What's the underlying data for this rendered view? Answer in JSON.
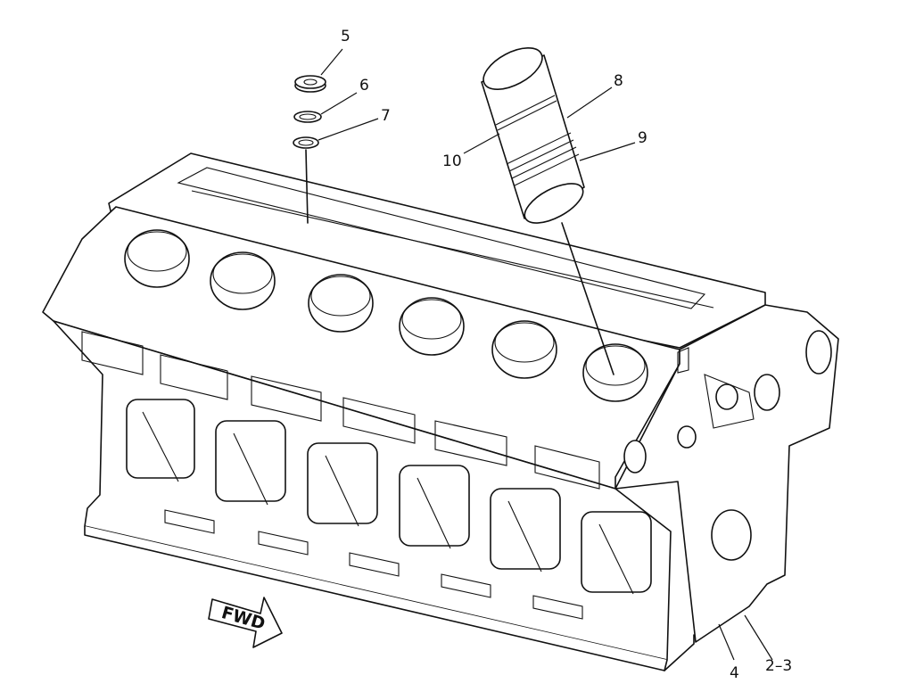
{
  "diagram": {
    "callouts": [
      {
        "id": "5",
        "label": "5"
      },
      {
        "id": "6",
        "label": "6"
      },
      {
        "id": "7",
        "label": "7"
      },
      {
        "id": "8",
        "label": "8"
      },
      {
        "id": "9",
        "label": "9"
      },
      {
        "id": "10",
        "label": "10"
      },
      {
        "id": "4",
        "label": "4"
      },
      {
        "id": "2-3",
        "label": "2–3"
      }
    ],
    "direction_arrow": {
      "label": "FWD"
    }
  }
}
